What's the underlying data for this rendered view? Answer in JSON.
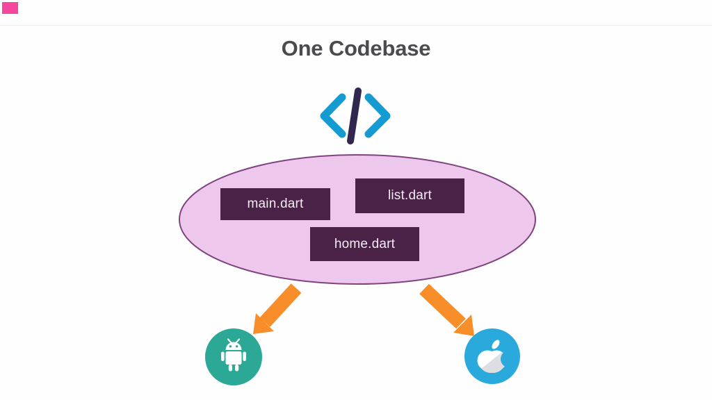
{
  "title": "One Codebase",
  "codebase": {
    "files": [
      {
        "label": "main.dart"
      },
      {
        "label": "list.dart"
      },
      {
        "label": "home.dart"
      }
    ]
  },
  "platforms": [
    {
      "icon": "android-robot-icon",
      "badge_color": "#2ba896"
    },
    {
      "icon": "apple-logo-icon",
      "badge_color": "#29a9dc"
    }
  ],
  "icons": {
    "code": "code-angle-brackets-slash-icon"
  },
  "colors": {
    "background": "#fefefe",
    "title_text": "#4b4b4d",
    "bracket_blue": "#149bd1",
    "slash_purple": "#312850",
    "ellipse_fill": "#eec7ec",
    "ellipse_stroke": "#7f4480",
    "file_box_fill": "#4a2147",
    "file_box_text": "#f4ecf4",
    "arrow_orange": "#f78e2a",
    "android_badge": "#2ba896",
    "apple_badge": "#29a9dc",
    "icon_white": "#ffffff",
    "apple_shade": "#dedee2",
    "corner_square_pink": "#f5479d"
  }
}
